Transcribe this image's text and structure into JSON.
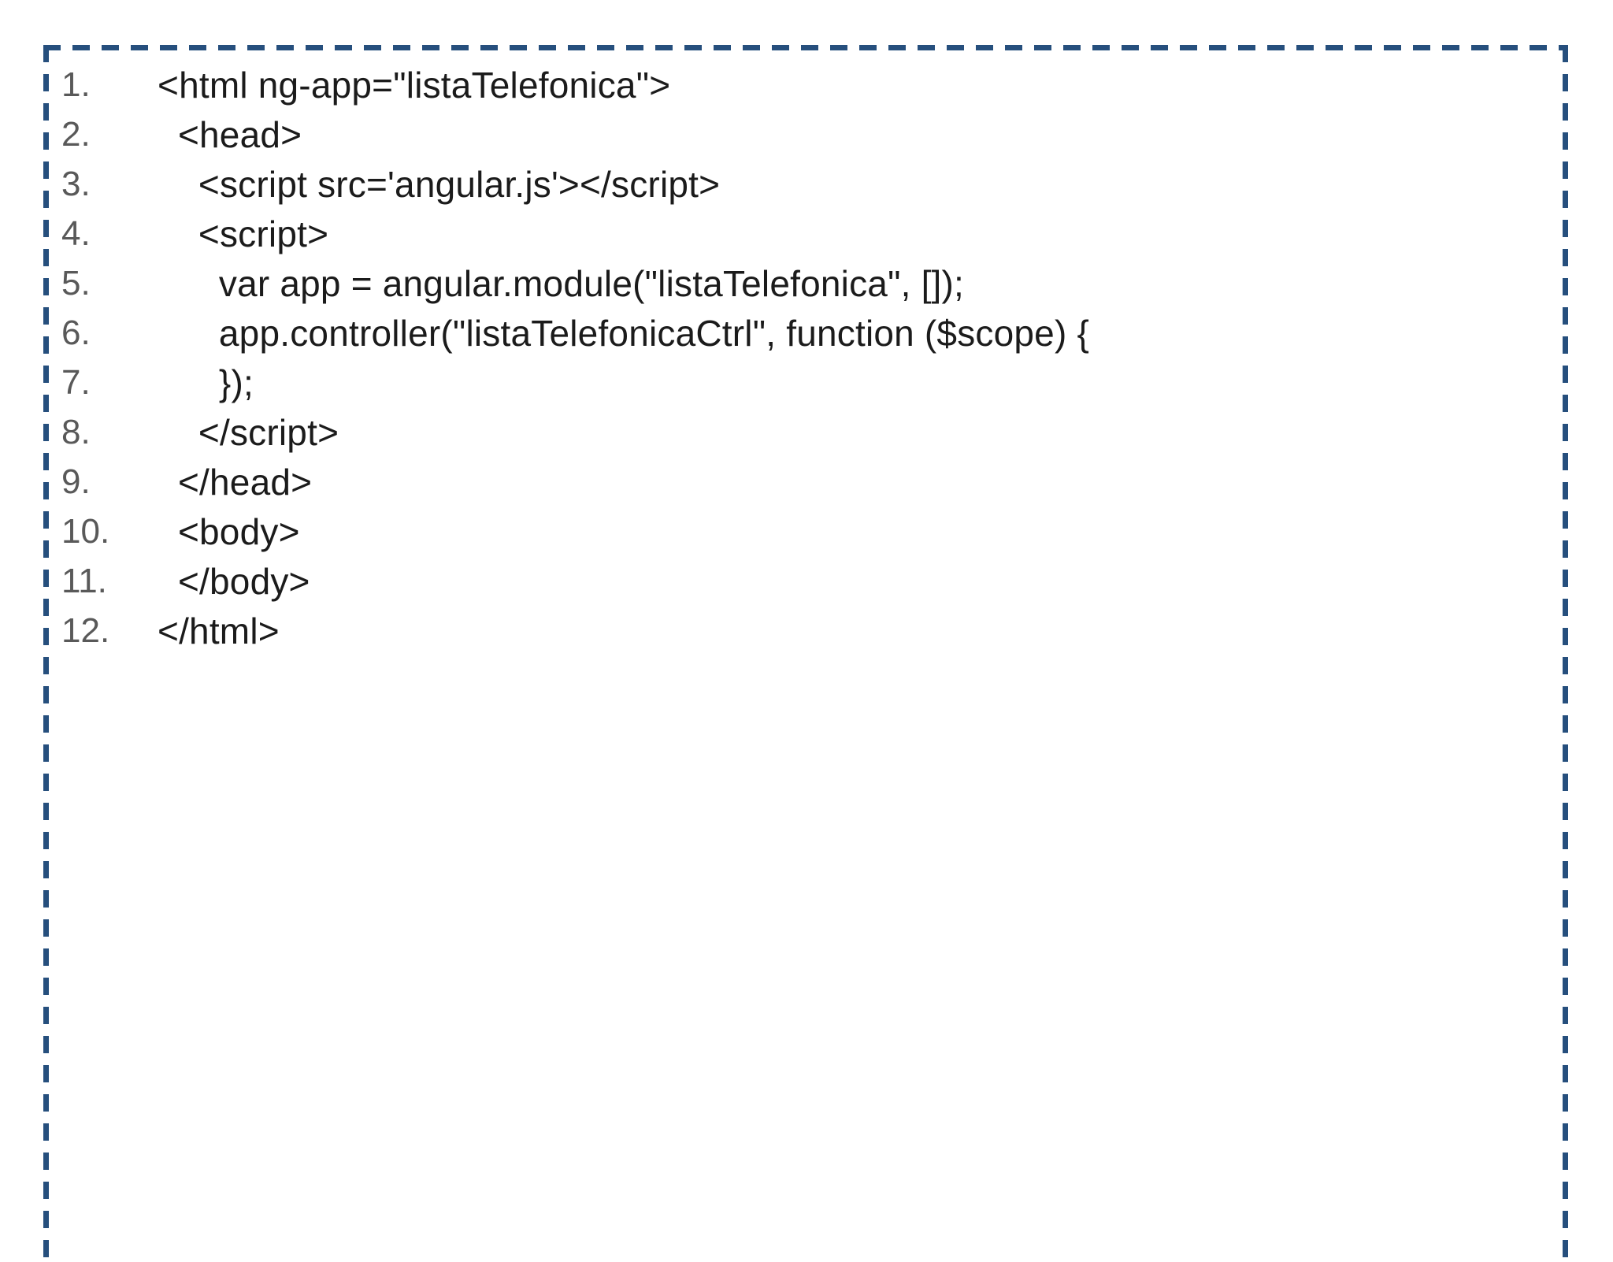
{
  "page": {
    "background_color": "#ffffff"
  },
  "code_block": {
    "style": {
      "border_color": "#264f7d",
      "number_color": "#595959",
      "code_color": "#1b1b1b"
    },
    "lines": [
      {
        "number": "1.",
        "code": "<html ng-app=\"listaTelefonica\">"
      },
      {
        "number": "2.",
        "code": "  <head>"
      },
      {
        "number": "3.",
        "code": "    <script src='angular.js'></script>"
      },
      {
        "number": "4.",
        "code": "    <script>"
      },
      {
        "number": "5.",
        "code": "      var app = angular.module(\"listaTelefonica\", []);"
      },
      {
        "number": "6.",
        "code": "      app.controller(\"listaTelefonicaCtrl\", function ($scope) {"
      },
      {
        "number": "7.",
        "code": "      });"
      },
      {
        "number": "8.",
        "code": "    </script>"
      },
      {
        "number": "9.",
        "code": "  </head>"
      },
      {
        "number": "10.",
        "code": "  <body>"
      },
      {
        "number": "11.",
        "code": "  </body>"
      },
      {
        "number": "12.",
        "code": "</html>"
      }
    ]
  }
}
